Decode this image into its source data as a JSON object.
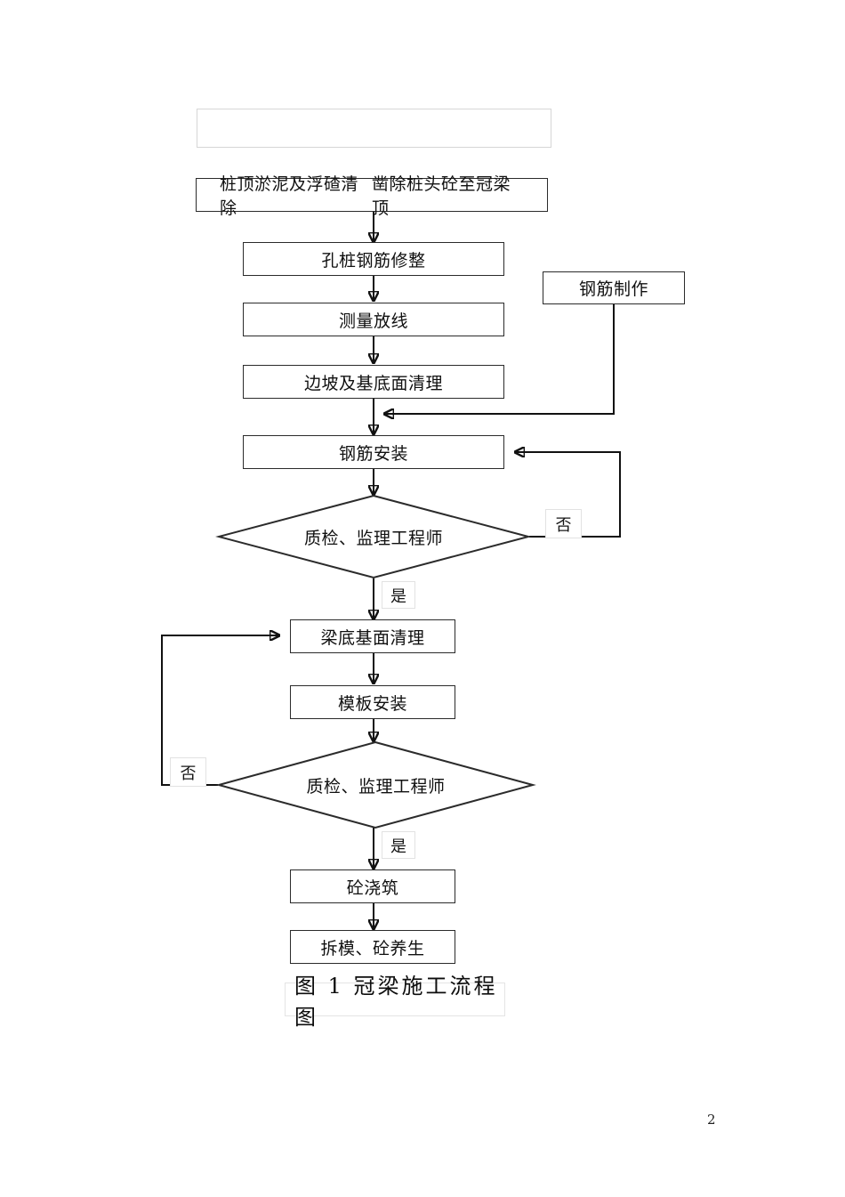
{
  "document": {
    "page_number": "2",
    "caption": "图 1  冠梁施工流程图"
  },
  "flowchart": {
    "title_placeholder": "",
    "nodes": [
      {
        "id": "top-empty",
        "type": "placeholder",
        "label": ""
      },
      {
        "id": "pile-top-clear",
        "type": "process",
        "label_left": "桩顶淤泥及浮碴清除",
        "label_right": "凿除桩头砼至冠梁顶"
      },
      {
        "id": "rebar-trim",
        "type": "process",
        "label": "孔桩钢筋修整"
      },
      {
        "id": "survey-setout",
        "type": "process",
        "label": "测量放线"
      },
      {
        "id": "slope-base-clean",
        "type": "process",
        "label": "边坡及基底面清理"
      },
      {
        "id": "rebar-fabrication",
        "type": "process",
        "label": "钢筋制作"
      },
      {
        "id": "rebar-install",
        "type": "process",
        "label": "钢筋安装"
      },
      {
        "id": "inspection-1",
        "type": "decision",
        "label": "质检、监理工程师"
      },
      {
        "id": "beam-base-clean",
        "type": "process",
        "label": "梁底基面清理"
      },
      {
        "id": "formwork-install",
        "type": "process",
        "label": "模板安装"
      },
      {
        "id": "inspection-2",
        "type": "decision",
        "label": "质检、监理工程师"
      },
      {
        "id": "concrete-pour",
        "type": "process",
        "label": "砼浇筑"
      },
      {
        "id": "strip-cure",
        "type": "process",
        "label": "拆模、砼养生"
      }
    ],
    "branch_labels": {
      "yes": "是",
      "no": "否"
    },
    "colors": {
      "node_border": "#2b2b2b",
      "wire": "#111111",
      "ghost_border": "#d6d6d6",
      "text": "#101010",
      "background": "#ffffff"
    }
  }
}
